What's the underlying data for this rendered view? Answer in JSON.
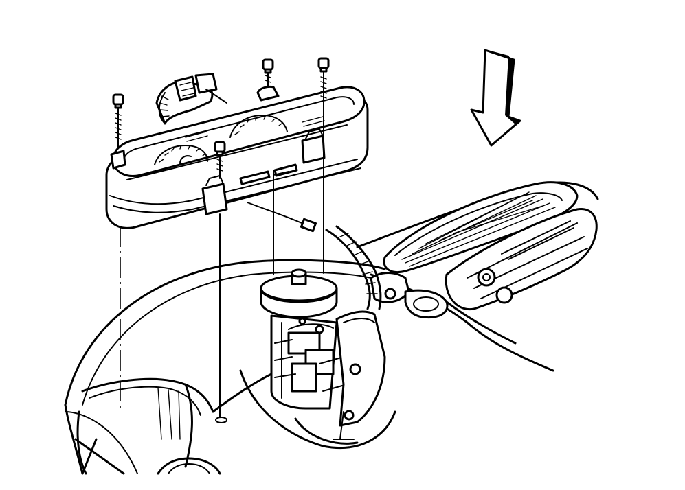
{
  "diagram": {
    "components": [
      {
        "id": "instrument-cluster",
        "icon": "instrument-cluster-icon"
      },
      {
        "id": "cluster-mounting-screw",
        "count": 4
      },
      {
        "id": "wiring-harness-connector"
      },
      {
        "id": "steering-column"
      },
      {
        "id": "instrument-panel-carrier"
      },
      {
        "id": "center-air-vent"
      },
      {
        "id": "installation-direction-arrow",
        "icon": "arrow-down-icon"
      }
    ],
    "colors": {
      "line": "#000000",
      "background": "#ffffff"
    }
  }
}
